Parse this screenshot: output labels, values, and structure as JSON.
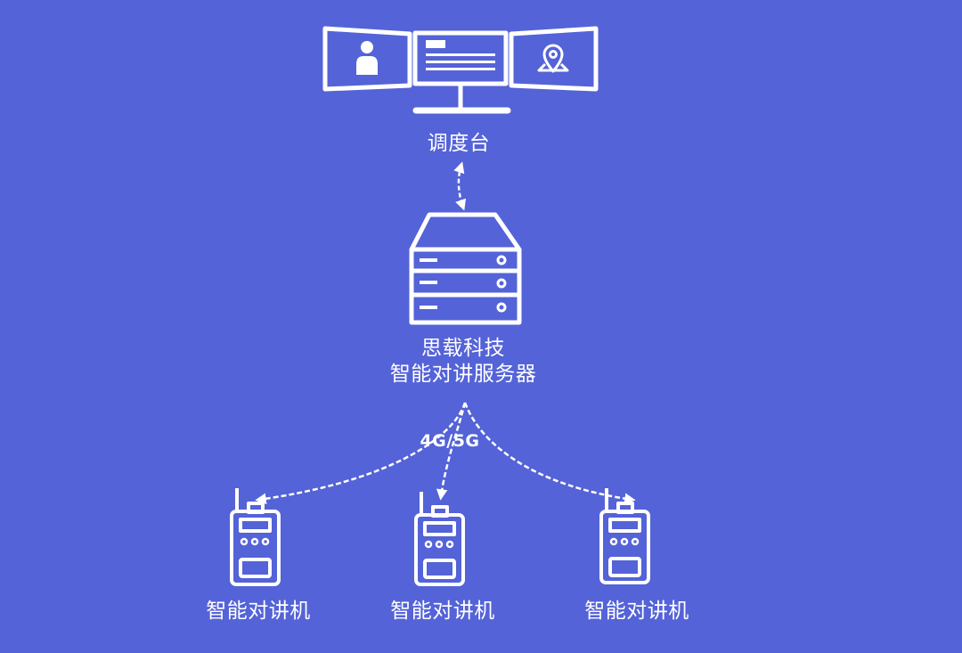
{
  "colors": {
    "background": "#5463d7",
    "foreground": "#ffffff"
  },
  "nodes": {
    "dispatch_console": "调度台",
    "server_line1": "思载科技",
    "server_line2": "智能对讲服务器",
    "network": "4G/5G",
    "walkie_talkies": [
      "智能对讲机",
      "智能对讲机",
      "智能对讲机"
    ]
  },
  "icons": {
    "console": "triple-monitor-icon",
    "console_left_screen": "user-icon",
    "console_middle_screen": "document-icon",
    "console_right_screen": "location-pin-icon",
    "server": "server-rack-icon",
    "walkie": "walkie-talkie-icon"
  }
}
